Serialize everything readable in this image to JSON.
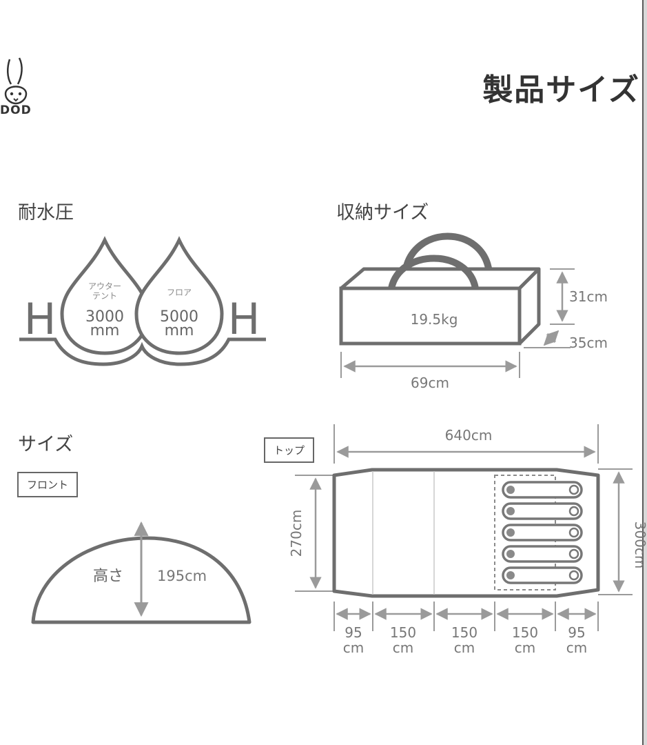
{
  "header": {
    "brand": "DOD",
    "title": "製品サイズ"
  },
  "water": {
    "title": "耐水圧",
    "letter": "H",
    "outer_line1": "アウター",
    "outer_line2": "テント",
    "outer_value": "3000",
    "outer_unit": "mm",
    "floor_label": "フロア",
    "floor_value": "5000",
    "floor_unit": "mm"
  },
  "storage": {
    "title": "収納サイズ",
    "weight": "19.5kg",
    "height": "31cm",
    "depth": "35cm",
    "width": "69cm"
  },
  "size": {
    "title": "サイズ",
    "front_tag": "フロント",
    "top_tag": "トップ",
    "height_label": "高さ",
    "height_value": "195cm",
    "total_length": "640cm",
    "inner_width": "270cm",
    "outer_width": "300cm",
    "segments": [
      {
        "value": "95",
        "unit": "cm"
      },
      {
        "value": "150",
        "unit": "cm"
      },
      {
        "value": "150",
        "unit": "cm"
      },
      {
        "value": "150",
        "unit": "cm"
      },
      {
        "value": "95",
        "unit": "cm"
      }
    ]
  },
  "colors": {
    "line": "#6e6e6e",
    "dim": "#9a9a9a",
    "text": "#444444"
  }
}
